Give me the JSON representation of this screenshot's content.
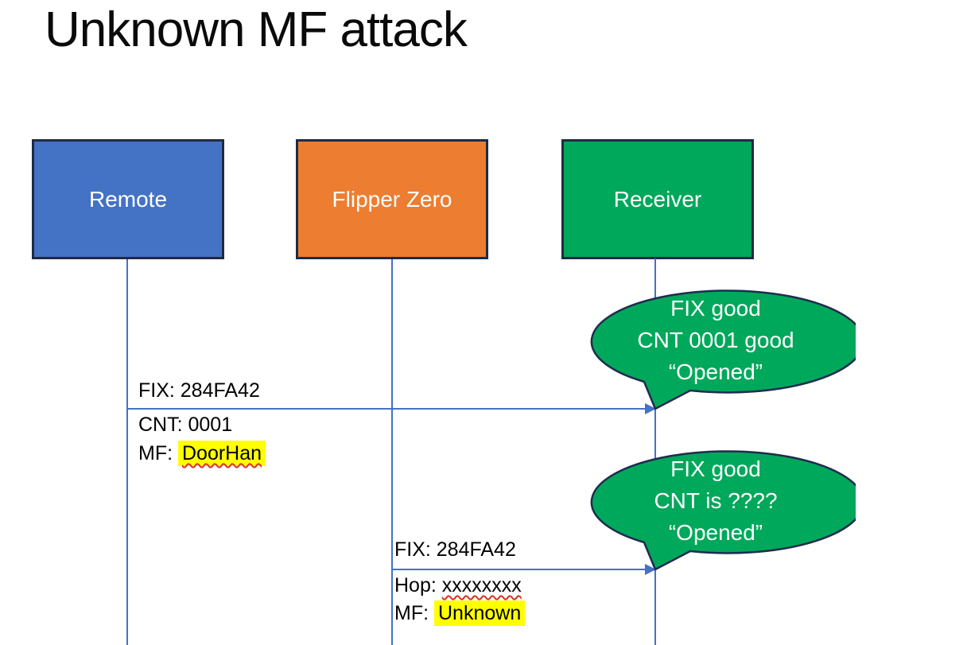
{
  "slide": {
    "title": "Unknown MF attack"
  },
  "actors": [
    {
      "label": "Remote",
      "fill": "#4472C4"
    },
    {
      "label": "Flipper Zero",
      "fill": "#ED7D31"
    },
    {
      "label": "Receiver",
      "fill": "#00A85B"
    }
  ],
  "messages": [
    {
      "from": "Remote",
      "to": "Receiver",
      "line1": "FIX: 284FA42",
      "line2": "CNT: 0001",
      "line3_label": "MF: ",
      "line3_value": "DoorHan"
    },
    {
      "from": "Flipper Zero",
      "to": "Receiver",
      "line1": "FIX: 284FA42",
      "line2_label": "Hop: ",
      "line2_value": "xxxxxxxx",
      "line3_label": "MF: ",
      "line3_value": "Unknown"
    }
  ],
  "callouts": [
    {
      "line1": "FIX good",
      "line2": "CNT 0001 good",
      "line3": "“Opened”"
    },
    {
      "line1": "FIX good",
      "line2": "CNT is ????",
      "line3": "“Opened”"
    }
  ],
  "colors": {
    "actor_blue": "#4472C4",
    "actor_orange": "#ED7D31",
    "actor_green": "#00A85B",
    "shape_border": "#1F2A44",
    "line_blue": "#4472C4",
    "highlight_yellow": "#FFFF00",
    "spellcheck_red": "#D93025",
    "bubble_green": "#00A85B",
    "bubble_border": "#1F2C4E",
    "text_black": "#000000",
    "text_white": "#FFFFFF"
  }
}
